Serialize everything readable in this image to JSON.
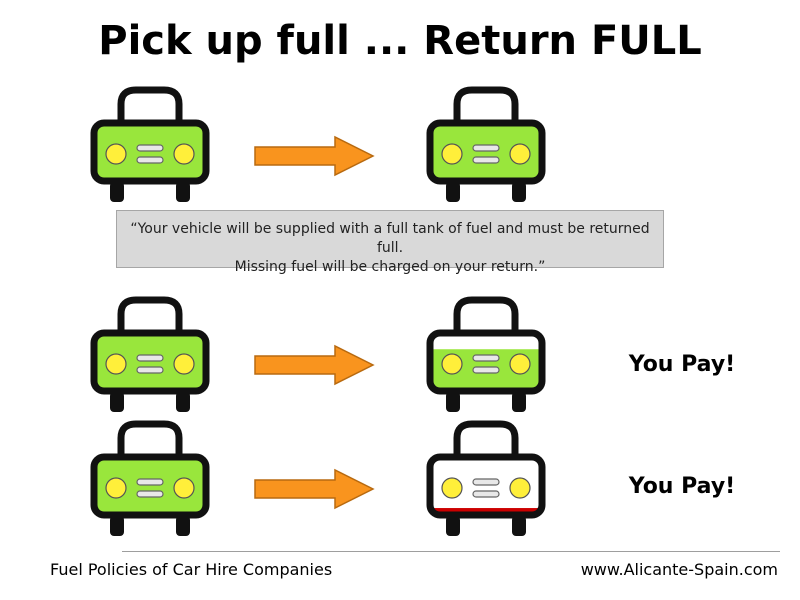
{
  "title": "Pick up full ... Return FULL",
  "quote": {
    "line1": "“Your vehicle will be supplied with a full tank of fuel and must be returned full.",
    "line2": "Missing fuel will be charged on your return.”"
  },
  "rows": [
    {
      "pickup_fuel": 1.0,
      "return_fuel": 1.0,
      "label": ""
    },
    {
      "pickup_fuel": 1.0,
      "return_fuel": 0.72,
      "label": "You Pay!"
    },
    {
      "pickup_fuel": 1.0,
      "return_fuel": 0.12,
      "label": "You Pay!"
    }
  ],
  "colors": {
    "fuel": "#99e63c",
    "empty": "#ffffff",
    "low_fuel": "#cc0000",
    "headlight": "#ffef3a",
    "arrow": "#f9941e"
  },
  "footer": {
    "left": "Fuel Policies of Car Hire Companies",
    "right": "www.Alicante-Spain.com"
  }
}
